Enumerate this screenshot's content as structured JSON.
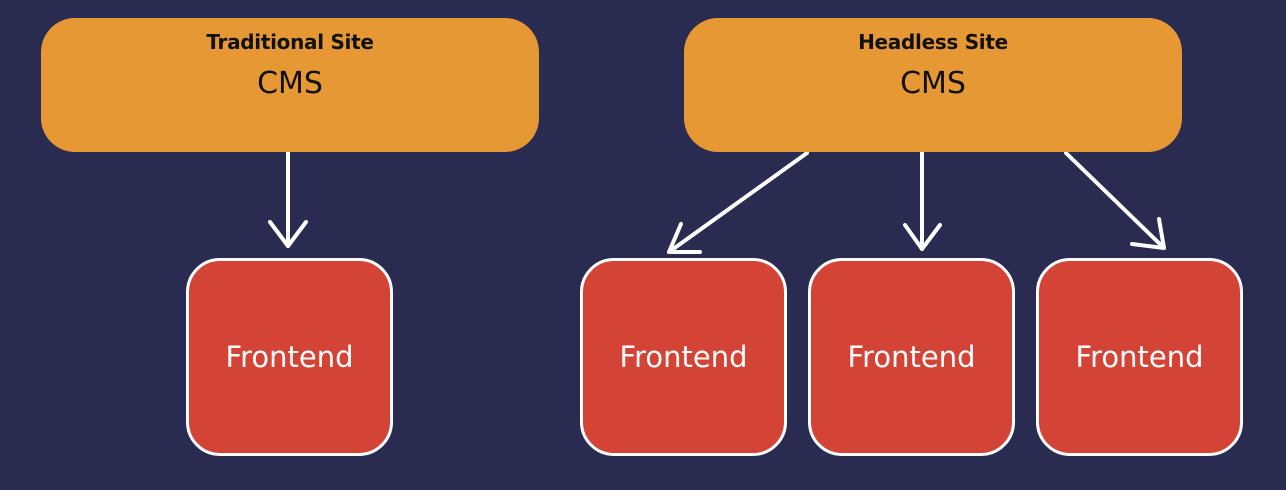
{
  "diagram": {
    "traditional": {
      "site_label": "Traditional Site",
      "cms_label": "CMS",
      "frontends": [
        "Frontend"
      ]
    },
    "headless": {
      "site_label": "Headless Site",
      "cms_label": "CMS",
      "frontends": [
        "Frontend",
        "Frontend",
        "Frontend"
      ]
    }
  },
  "colors": {
    "background": "#2a2b50",
    "cms_box": "#e69835",
    "frontend_box": "#d34436",
    "arrow": "#ffffff"
  }
}
